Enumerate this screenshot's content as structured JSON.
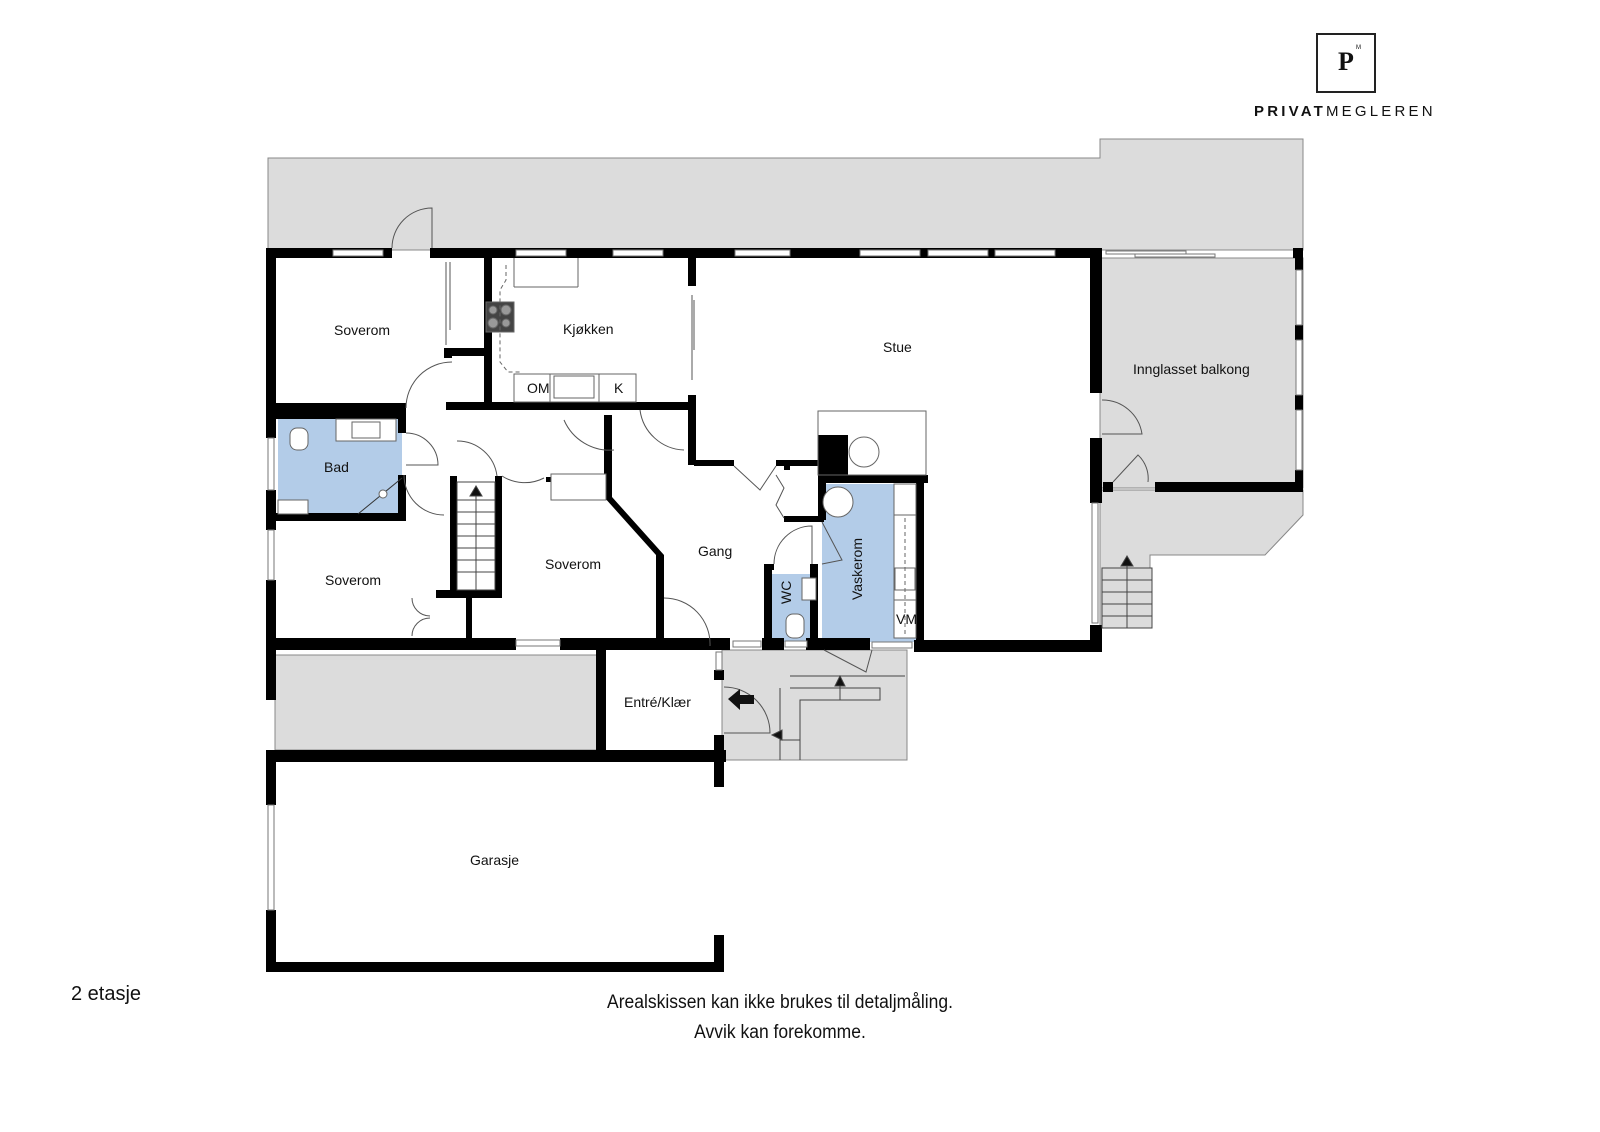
{
  "brand": {
    "logo_letter": "P",
    "logo_superscript": "M",
    "wordmark_bold": "PRIVAT",
    "wordmark_light": "MEGLEREN"
  },
  "floor": {
    "label": "2 etasje"
  },
  "disclaimer": {
    "line1": "Arealskissen kan ikke brukes til detaljmåling.",
    "line2": "Avvik kan forekomme."
  },
  "rooms": {
    "soverom_nw": "Soverom",
    "kjokken": "Kjøkken",
    "stue": "Stue",
    "inglasset_balkong": "Innglasset balkong",
    "bad": "Bad",
    "soverom_w": "Soverom",
    "soverom_c": "Soverom",
    "gang": "Gang",
    "wc": "WC",
    "vaskerom": "Vaskerom",
    "entre": "Entré/Klær",
    "garasje": "Garasje"
  },
  "fixtures": {
    "om": "OM",
    "k": "K",
    "vm": "VM"
  },
  "colors": {
    "wall": "#000000",
    "terrace": "#dcdcdc",
    "wet_room": "#b3cce8",
    "floor": "#ffffff"
  }
}
